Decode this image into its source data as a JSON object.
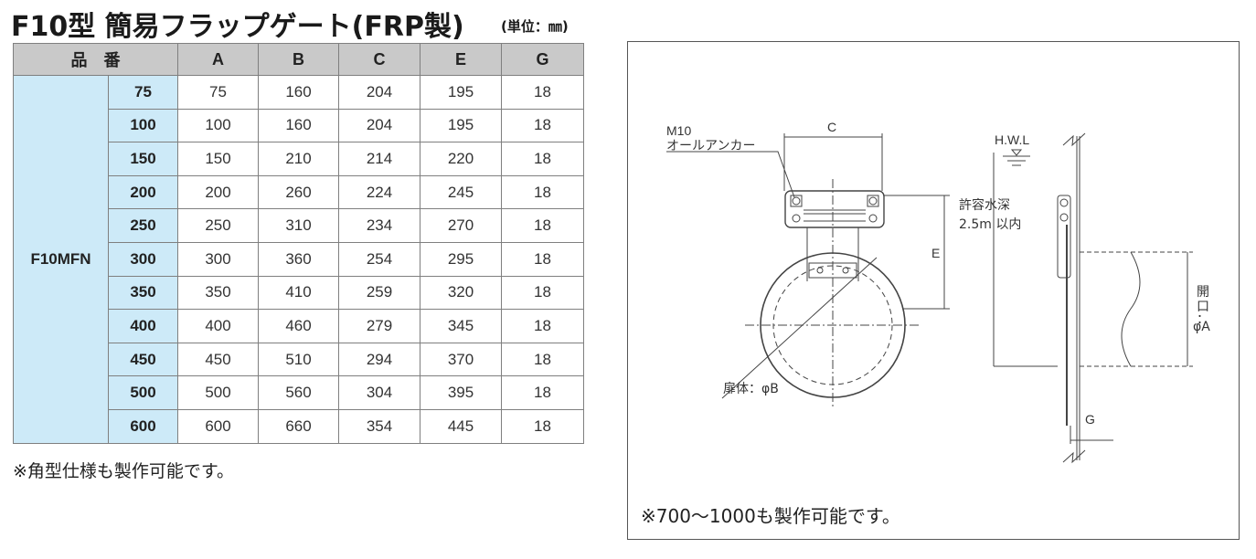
{
  "title": "F10型 簡易フラップゲート(FRP製)",
  "unit": "(単位：㎜)",
  "table": {
    "header_model": "品　番",
    "columns": [
      "A",
      "B",
      "C",
      "E",
      "G"
    ],
    "series": "F10MFN",
    "rows": [
      {
        "model": "75",
        "values": [
          "75",
          "160",
          "204",
          "195",
          "18"
        ]
      },
      {
        "model": "100",
        "values": [
          "100",
          "160",
          "204",
          "195",
          "18"
        ]
      },
      {
        "model": "150",
        "values": [
          "150",
          "210",
          "214",
          "220",
          "18"
        ]
      },
      {
        "model": "200",
        "values": [
          "200",
          "260",
          "224",
          "245",
          "18"
        ]
      },
      {
        "model": "250",
        "values": [
          "250",
          "310",
          "234",
          "270",
          "18"
        ]
      },
      {
        "model": "300",
        "values": [
          "300",
          "360",
          "254",
          "295",
          "18"
        ]
      },
      {
        "model": "350",
        "values": [
          "350",
          "410",
          "259",
          "320",
          "18"
        ]
      },
      {
        "model": "400",
        "values": [
          "400",
          "460",
          "279",
          "345",
          "18"
        ]
      },
      {
        "model": "450",
        "values": [
          "450",
          "510",
          "294",
          "370",
          "18"
        ]
      },
      {
        "model": "500",
        "values": [
          "500",
          "560",
          "304",
          "395",
          "18"
        ]
      },
      {
        "model": "600",
        "values": [
          "600",
          "660",
          "354",
          "445",
          "18"
        ]
      }
    ]
  },
  "footnote": "※角型仕様も製作可能です。",
  "drawing": {
    "label_m10": "M10",
    "label_anchor": "オールアンカー",
    "label_c": "C",
    "label_e": "E",
    "label_door": "扉体：φB",
    "label_hwl": "H.W.L",
    "label_depth1": "許容水深",
    "label_depth2": "2.5m 以内",
    "label_opening1": "開",
    "label_opening2": "口",
    "label_opening3": "：",
    "label_opening4": "φA",
    "label_g": "G",
    "note": "※700〜1000も製作可能です。"
  }
}
